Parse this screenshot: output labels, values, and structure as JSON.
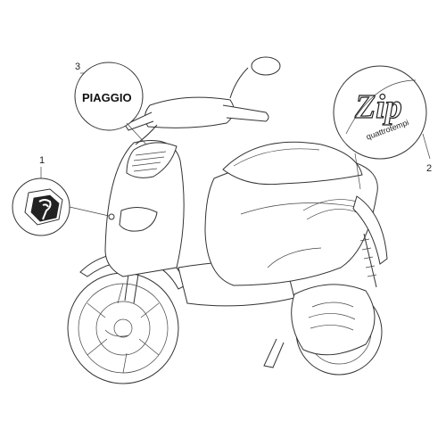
{
  "callouts": [
    {
      "number": "1",
      "part": "piaggio-emblem-badge"
    },
    {
      "number": "2",
      "part": "zip-quattrotempi-decal"
    },
    {
      "number": "3",
      "part": "piaggio-lettering-decal"
    }
  ],
  "decals": {
    "piaggio_text": "PIAGGIO",
    "zip_text": "Zip",
    "quattrotempi_text": "quattrotempi"
  },
  "colors": {
    "line": "#333333",
    "background": "#ffffff"
  }
}
